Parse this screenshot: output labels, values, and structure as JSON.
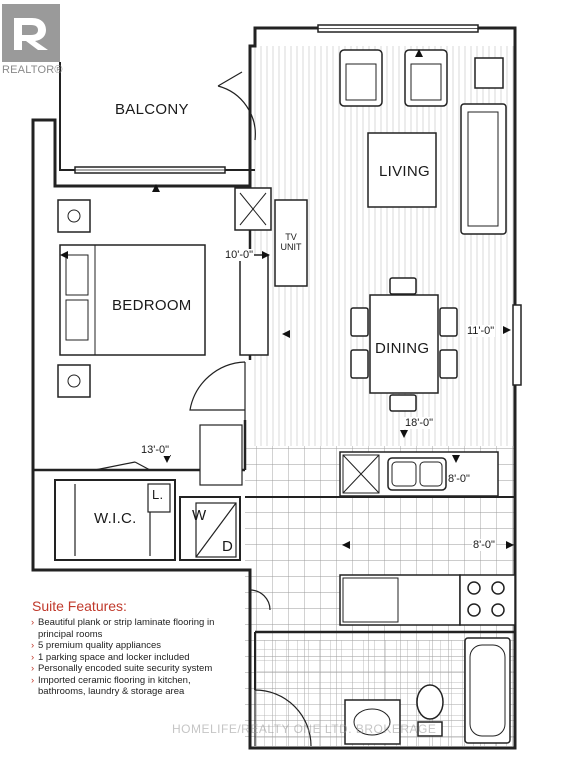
{
  "logo": {
    "text": "REALTOR®",
    "icon": "realtor-logo-icon"
  },
  "rooms": {
    "balcony": "BALCONY",
    "living": "LIVING",
    "dining": "DINING",
    "bedroom": "BEDROOM",
    "wic": "W.I.C.",
    "linen": "L.",
    "washer": "W",
    "dryer": "D",
    "tv_unit_line1": "TV",
    "tv_unit_line2": "UNIT"
  },
  "dimensions": {
    "bedroom_width": "10'-0\"",
    "living_width": "11'-0\"",
    "living_length": "18'-0\"",
    "bedroom_length": "13'-0\"",
    "kitchen_length": "8'-0\"",
    "kitchen_width": "8'-0\""
  },
  "features": {
    "title": "Suite Features:",
    "items": [
      "Beautiful plank or strip laminate flooring in principal rooms",
      "5 premium quality appliances",
      "1 parking space and locker included",
      "Personally encoded suite security system",
      "Imported ceramic flooring in kitchen, bathrooms, laundry & storage area"
    ]
  },
  "watermark": "HOMELIFE/REALTY ONE LTD. BROKERAGE"
}
